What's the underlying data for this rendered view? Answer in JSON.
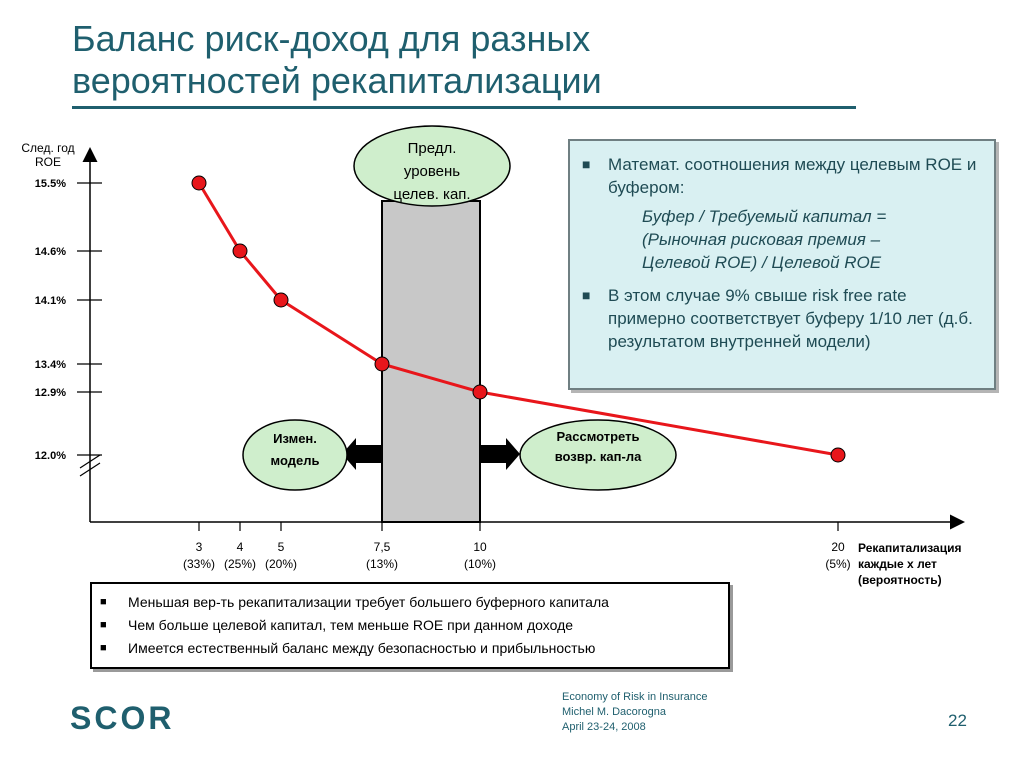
{
  "title": {
    "line1": "Баланс риск-доход для разных",
    "line2": "вероятностей рекапитализации"
  },
  "chart_data": {
    "type": "line",
    "ylabel_line1": "След. год",
    "ylabel_line2": "ROE",
    "xlabel_line1": "Рекапитализация",
    "xlabel_line2": "каждые х лет",
    "xlabel_line3": "(вероятность)",
    "y_ticks": [
      "15.5%",
      "14.6%",
      "14.1%",
      "13.4%",
      "12.9%",
      "12.0%"
    ],
    "y_tick_values": [
      15.5,
      14.6,
      14.1,
      13.4,
      12.9,
      12.0
    ],
    "x_ticks": [
      {
        "x": 3,
        "label": "3",
        "prob": "(33%)"
      },
      {
        "x": 4,
        "label": "4",
        "prob": "(25%)"
      },
      {
        "x": 5,
        "label": "5",
        "prob": "(20%)"
      },
      {
        "x": 7.5,
        "label": "7,5",
        "prob": "(13%)"
      },
      {
        "x": 10,
        "label": "10",
        "prob": "(10%)"
      },
      {
        "x": 20,
        "label": "20",
        "prob": "(5%)"
      }
    ],
    "series": [
      {
        "x": [
          3,
          4,
          5,
          7.5,
          10,
          20
        ],
        "y": [
          15.5,
          14.6,
          14.1,
          13.4,
          12.9,
          12.0
        ]
      }
    ],
    "highlight_range": [
      7.5,
      10
    ],
    "axis_break": true,
    "grid": false,
    "line_color": "#e8161b",
    "band_color": "#c8c8c8"
  },
  "bubbles": {
    "top_line1": "Предл.",
    "top_line2": "уровень",
    "top_line3": "целев. кап.",
    "left_line1": "Измен.",
    "left_line2": "модель",
    "right_line1": "Рассмотреть",
    "right_line2": "возвр. кап-ла",
    "fill": "#cfeecc"
  },
  "infobox": {
    "p1": "Математ. соотношения между целевым ROE и буфером:",
    "formula1": "Буфер / Требуемый капитал =",
    "formula2": "(Рыночная рисковая премия –",
    "formula3": "Целевой ROE) / Целевой ROE",
    "p2": "В этом случае 9% свыше risk free rate примерно соответствует буферу 1/10 лет (д.б. результатом внутренней модели)"
  },
  "bottom": {
    "item1": "Меньшая вер-ть рекапитализации требует большего буферного капитала",
    "item2": "Чем больше целевой капитал, тем меньше ROE при данном доходе",
    "item3": "Имеется естественный баланс между безопасностью и прибыльностью"
  },
  "bullet": "■",
  "footer": {
    "line1": "Economy of Risk in Insurance",
    "line2": "Michel M. Dacorogna",
    "line3": "April 23-24, 2008"
  },
  "logo": "SCOR",
  "page_number": "22"
}
